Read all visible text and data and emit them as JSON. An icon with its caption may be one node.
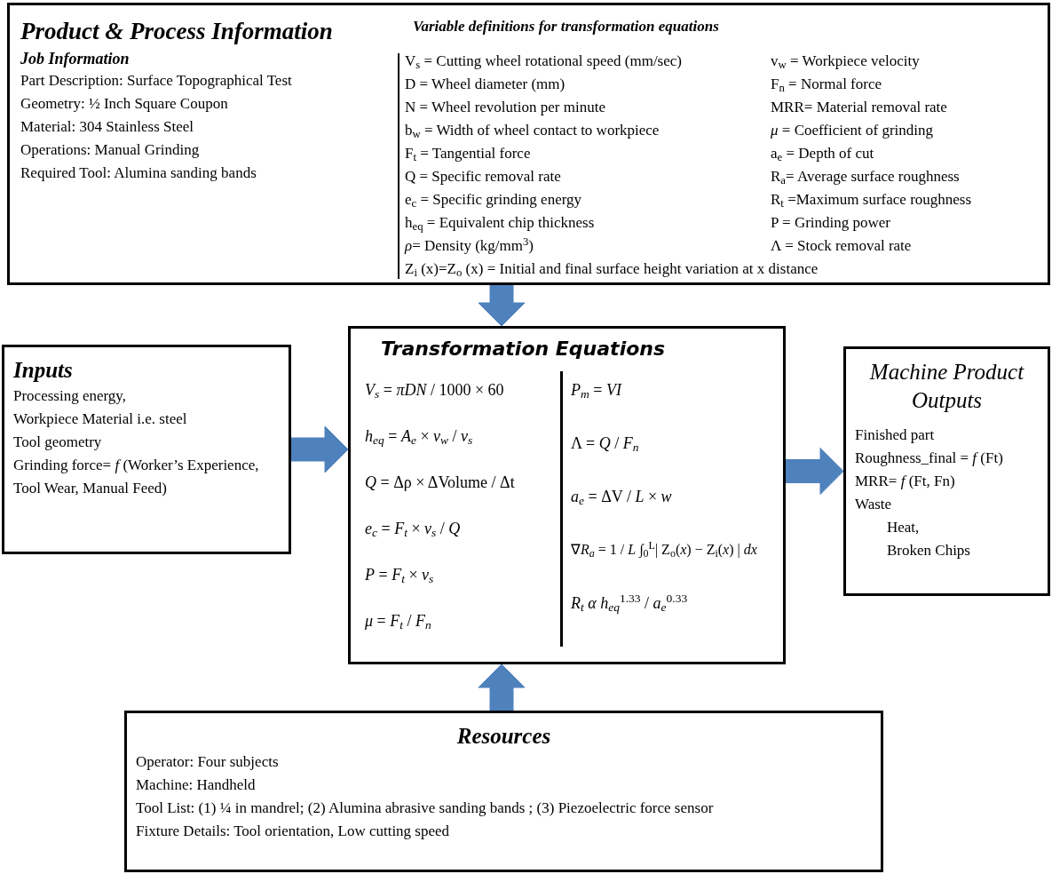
{
  "diagram": {
    "nodes": [
      {
        "text": [
          "Product & Process Information",
          "Job Information",
          "Part Description:  Surface Topographical Test",
          "Geometry:  ½ Inch Square Coupon",
          "Material: 304 Stainless Steel",
          "Operations: Manual Grinding",
          "Required Tool: Alumina sanding bands",
          "Variable definitions for transformation equations",
          "V$_{s}$ = Cutting wheel rotational speed (mm/sec)",
          "D = Wheel diameter (mm)",
          "N = Wheel revolution per minute",
          "b$_{w}$ = Width of wheel contact to workpiece",
          "F$_{t}$ = Tangential force",
          "Q  = Specific removal rate",
          "e$_{c}$ = Specific grinding energy",
          "h$_{eq}$ = Equivalent chip thickness",
          "*ρ*= Density  (kg/mm$^{3}$)",
          "v$_{w}$  = Workpiece velocity",
          "F$_{n}$ = Normal force",
          "MRR= Material removal rate",
          "*μ* = Coefficient of grinding",
          "a$_{e}$ = Depth of cut",
          "R$_{a}$= Average surface roughness",
          "R$_{t}$ =Maximum surface roughness",
          "P = Grinding power",
          "Λ = Stock removal rate",
          "Z$_{i}$ (x)=Z$_{o}$ (x) = Initial and final surface height variation at x distance"
        ]
      },
      {
        "text": [
          "Inputs",
          "Processing energy,",
          "Workpiece Material i.e. steel",
          "Tool geometry",
          "Grinding force= *f* (Worker’s Experience, Tool Wear, Manual Feed)"
        ]
      },
      {
        "text": [
          "Transformation Equations",
          "*V$_{s}$* = *πDN* / 1000 × 60",
          "*h$_{eq}$* = *A$_{e}$* × *v$_{w}$* / *v$_{s}$*",
          "*Q* = Δρ × ΔVolume / Δt",
          "*e$_{c}$* = *F$_{t}$* × *v$_{s}$* / *Q*",
          "*P* = *F$_{t}$* × *v$_{s}$*",
          "*μ* = *F$_{t}$* / *F$_{n}$*",
          "*P$_{m}$* = *VI*",
          "Λ = *Q* / *F$_{n}$*",
          "*a$_{e}$* = ΔV / *L* × *w*",
          "∇*R$_{a}$* = 1 / *L* ∫$_{0}$$^{L}$| Z$_{o}$(*x*) − Z$_{i}$(*x*) | *dx*",
          "*R$_{t}$ α h$_{eq}$*$^{1.33}$ / *a$_{e}$*$^{0.33}$"
        ]
      },
      {
        "text": [
          "Machine Product Outputs",
          "Finished part",
          "Roughness_final = *f* (Ft)",
          "MRR= *f* (Ft, Fn)",
          "Waste",
          "Heat,",
          "Broken Chips"
        ]
      },
      {
        "text": [
          "Resources",
          "Operator: Four subjects",
          "Machine: Handheld",
          "Tool List: (1) ¼ in  mandrel; (2) Alumina abrasive sanding bands  ; (3) Piezoelectric  force sensor",
          "Fixture Details:  Tool orientation,  Low cutting speed"
        ]
      }
    ],
    "edges": [
      {
        "from": 0,
        "to": 2,
        "arrow": "to",
        "style": "thick",
        "color": "#4f81bd"
      },
      {
        "from": 1,
        "to": 2,
        "arrow": "to",
        "style": "thick",
        "color": "#4f81bd"
      },
      {
        "from": 2,
        "to": 3,
        "arrow": "to",
        "style": "thick",
        "color": "#4f81bd"
      },
      {
        "from": 4,
        "to": 2,
        "arrow": "to",
        "style": "thick",
        "color": "#4f81bd"
      }
    ]
  }
}
